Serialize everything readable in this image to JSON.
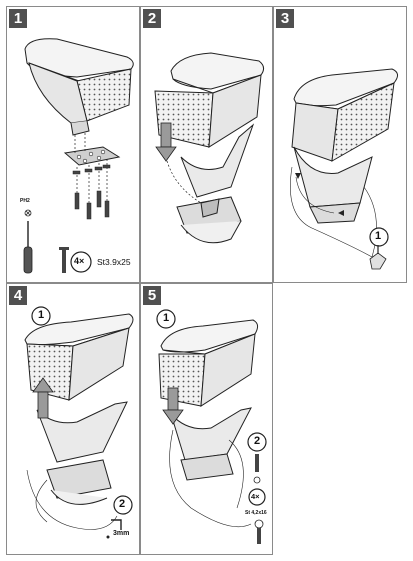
{
  "colors": {
    "badge": "#505050",
    "frame": "#8a8a8a",
    "line": "#222222",
    "grey_fill": "#dcdcdc"
  },
  "steps": [
    {
      "number": "1",
      "screw_count": "4×",
      "screw_spec": "St3.9x25",
      "driver_tip": "PH2"
    },
    {
      "number": "2"
    },
    {
      "number": "3",
      "callout": "1"
    },
    {
      "number": "4",
      "callout_top": "1",
      "callout_bottom": "2",
      "tool_size": "3mm"
    },
    {
      "number": "5",
      "callout_top": "1",
      "callout_bottom": "2",
      "screw_count": "4×",
      "screw_spec": "St 4,2x16"
    }
  ],
  "icons": [
    "screwdriver-icon",
    "screw-icon",
    "arrow-up-icon",
    "arrow-down-icon",
    "allen-key-icon",
    "hand-press-icon"
  ]
}
